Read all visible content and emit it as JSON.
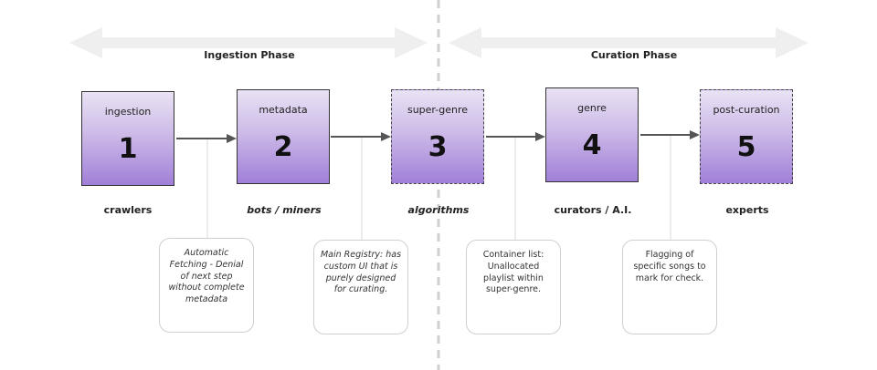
{
  "phases": [
    {
      "label": "Ingestion Phase"
    },
    {
      "label": "Curation Phase"
    }
  ],
  "stages": [
    {
      "name": "ingestion",
      "number": "1",
      "role": "crawlers"
    },
    {
      "name": "metadata",
      "number": "2",
      "role": "bots / miners"
    },
    {
      "name": "super-genre",
      "number": "3",
      "role": "algorithms"
    },
    {
      "name": "genre",
      "number": "4",
      "role": "curators / A.I."
    },
    {
      "name": "post-curation",
      "number": "5",
      "role": "experts"
    }
  ],
  "notes": [
    {
      "text": "Automatic Fetching - Denial of next step without complete metadata"
    },
    {
      "text": "Main Registry: has custom UI that is purely designed for curating."
    },
    {
      "text": "Container list: Unallocated playlist within super-genre."
    },
    {
      "text": "Flagging of specific songs to mark for check."
    }
  ],
  "colors": {
    "box_top": "#e9e2f4",
    "box_bottom": "#a07fd8",
    "phase_arrow": "#efefef",
    "connector": "#555555",
    "divider": "#d0d0d0"
  }
}
